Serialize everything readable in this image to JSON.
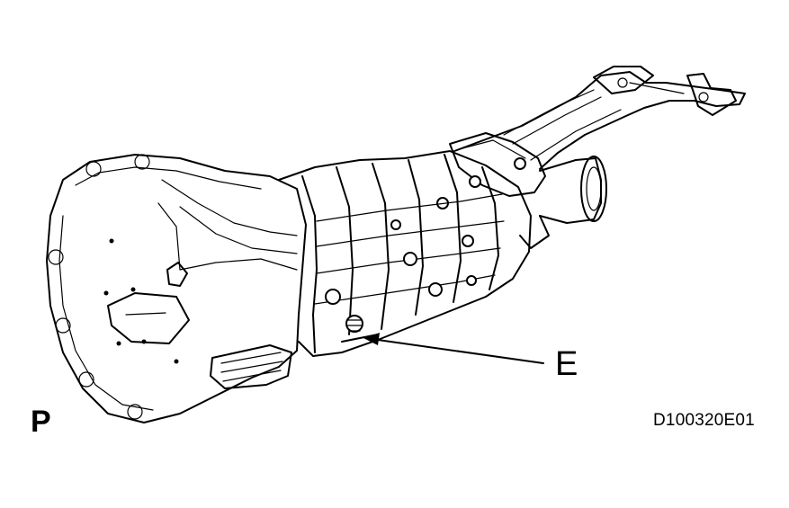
{
  "labels": {
    "corner_mark": "P",
    "callout_letter": "E",
    "figure_code": "D100320E01"
  },
  "colors": {
    "ink": "#000000",
    "background": "#ffffff"
  },
  "icons": {
    "illustration": "transmission-assembly-line-drawing",
    "callout_arrow": "leader-arrow"
  }
}
